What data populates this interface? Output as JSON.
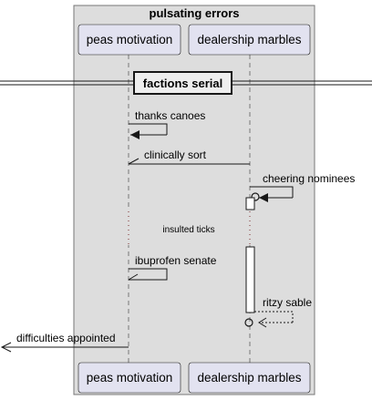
{
  "box_title": "pulsating errors",
  "participants": {
    "left": "peas motivation",
    "right": "dealership marbles"
  },
  "divider": "factions serial",
  "messages": {
    "m1": "thanks canoes",
    "m2": "clinically sort",
    "m3": "cheering nominees",
    "delay": "insulted ticks",
    "m4": "ibuprofen senate",
    "m5": "ritzy sable",
    "m6": "difficulties appointed"
  },
  "colors": {
    "box_fill": "#dddddd",
    "box_stroke": "#777777",
    "participant_fill": "#e2e2f0",
    "participant_stroke": "#181818",
    "lifeline": "#777777",
    "delay_dots": "#7a2a2a",
    "arrow": "#181818"
  }
}
